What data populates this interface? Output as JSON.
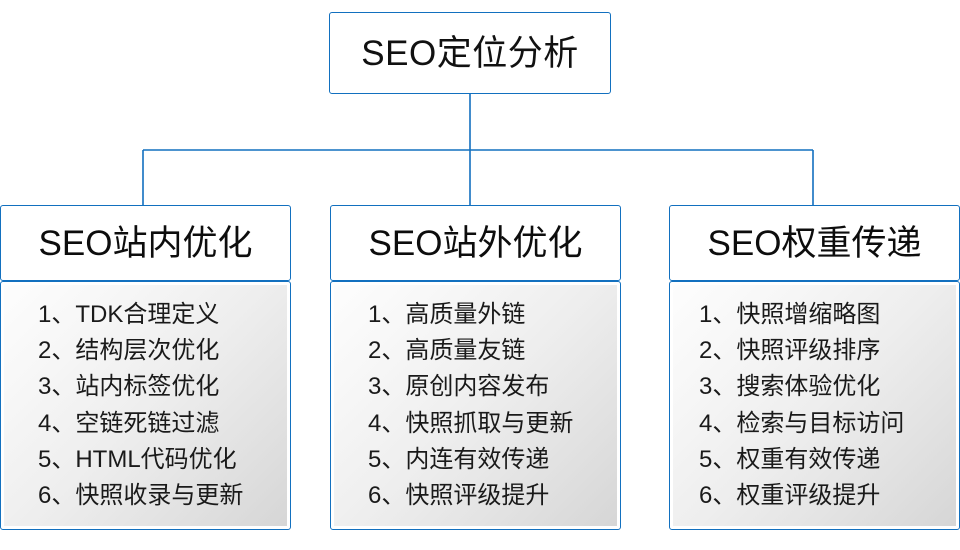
{
  "diagram": {
    "type": "hierarchy-tree",
    "root": {
      "label": "SEO定位分析"
    },
    "accent_color": "#1270BF",
    "text_color": "#111111",
    "panel_gradient_from": "#fdfdfd",
    "panel_gradient_to": "#d6d6d6",
    "branches": [
      {
        "header": "SEO站内优化",
        "items": [
          "1、TDK合理定义",
          "2、结构层次优化",
          "3、站内标签优化",
          "4、空链死链过滤",
          "5、HTML代码优化",
          "6、快照收录与更新"
        ]
      },
      {
        "header": "SEO站外优化",
        "items": [
          "1、高质量外链",
          "2、高质量友链",
          "3、原创内容发布",
          "4、快照抓取与更新",
          "5、内连有效传递",
          "6、快照评级提升"
        ]
      },
      {
        "header": "SEO权重传递",
        "items": [
          "1、快照增缩略图",
          "2、快照评级排序",
          "3、搜索体验优化",
          "4、检索与目标访问",
          "5、权重有效传递",
          "6、权重评级提升"
        ]
      }
    ]
  }
}
